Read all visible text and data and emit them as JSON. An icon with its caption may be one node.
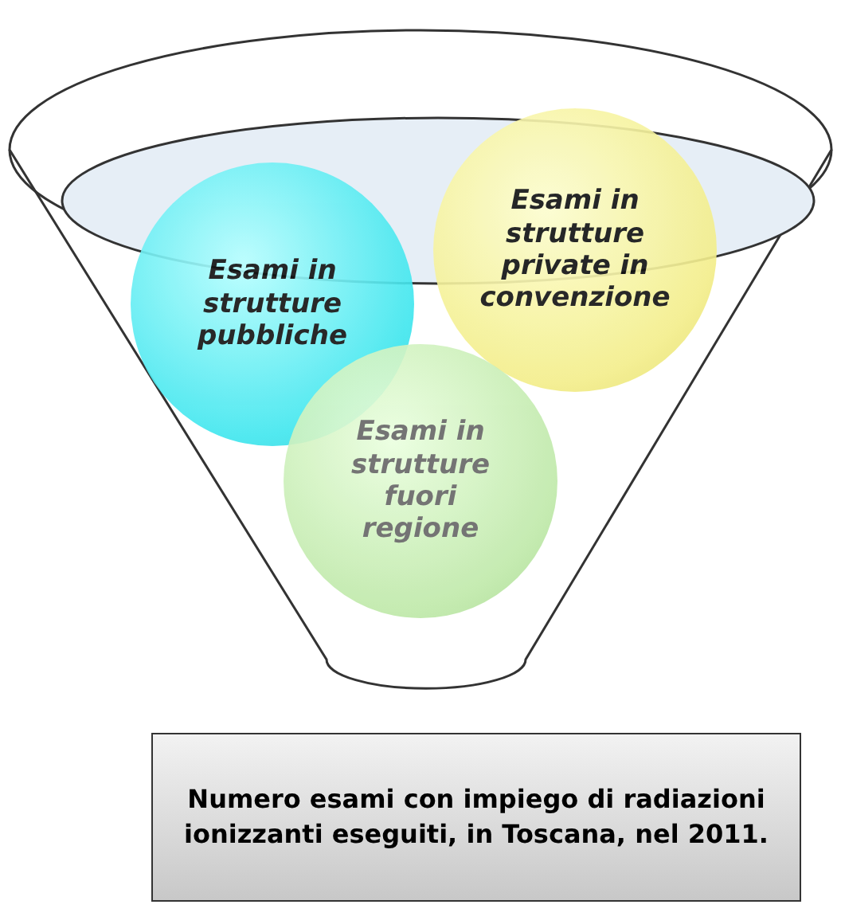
{
  "diagram": {
    "nodes": [
      {
        "text": [],
        "shape": "funnel"
      },
      {
        "text": [
          "Esami in strutture pubbliche"
        ],
        "in": 0
      },
      {
        "text": [
          "Esami in strutture private in convenzione"
        ],
        "in": 0
      },
      {
        "text": [
          "Esami in strutture fuori regione"
        ],
        "in": 0
      },
      {
        "text": [
          "Numero esami con impiego di radiazioni ionizzanti eseguiti, in Toscana, nel 2011."
        ]
      }
    ]
  }
}
